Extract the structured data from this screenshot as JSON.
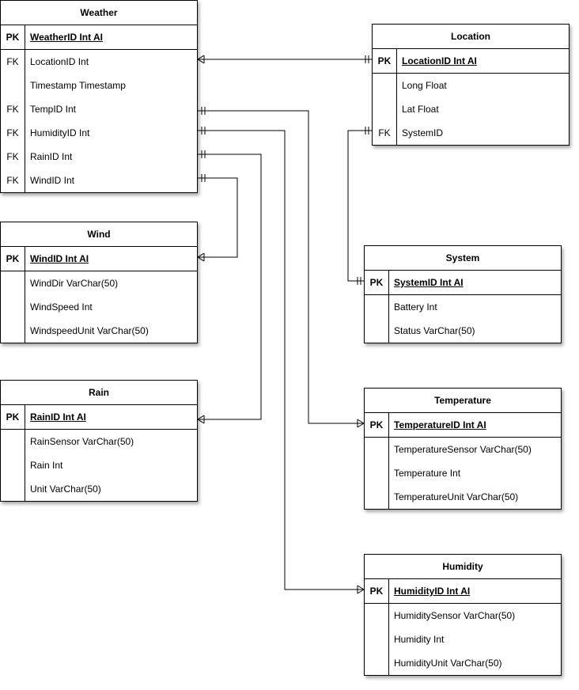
{
  "entities": {
    "weather": {
      "title": "Weather",
      "pk": {
        "key": "PK",
        "field": "WeatherID Int AI"
      },
      "rows": [
        {
          "key": "FK",
          "field": "LocationID Int"
        },
        {
          "key": "",
          "field": "Timestamp Timestamp"
        },
        {
          "key": "FK",
          "field": "TempID Int"
        },
        {
          "key": "FK",
          "field": "HumidityID Int"
        },
        {
          "key": "FK",
          "field": "RainID Int"
        },
        {
          "key": "FK",
          "field": "WindID Int"
        }
      ]
    },
    "location": {
      "title": "Location",
      "pk": {
        "key": "PK",
        "field": "LocationID Int AI"
      },
      "rows": [
        {
          "key": "",
          "field": "Long Float"
        },
        {
          "key": "",
          "field": "Lat Float"
        },
        {
          "key": "FK",
          "field": "SystemID"
        }
      ]
    },
    "wind": {
      "title": "Wind",
      "pk": {
        "key": "PK",
        "field": "WindID Int AI"
      },
      "rows": [
        {
          "key": "",
          "field": "WindDir VarChar(50)"
        },
        {
          "key": "",
          "field": "WindSpeed Int"
        },
        {
          "key": "",
          "field": "WindspeedUnit VarChar(50)"
        }
      ]
    },
    "system": {
      "title": "System",
      "pk": {
        "key": "PK",
        "field": "SystemID Int AI"
      },
      "rows": [
        {
          "key": "",
          "field": "Battery Int"
        },
        {
          "key": "",
          "field": "Status VarChar(50)"
        }
      ]
    },
    "rain": {
      "title": "Rain",
      "pk": {
        "key": "PK",
        "field": "RainID Int AI"
      },
      "rows": [
        {
          "key": "",
          "field": "RainSensor VarChar(50)"
        },
        {
          "key": "",
          "field": "Rain Int"
        },
        {
          "key": "",
          "field": "Unit VarChar(50)"
        }
      ]
    },
    "temperature": {
      "title": "Temperature",
      "pk": {
        "key": "PK",
        "field": "TemperatureID Int AI"
      },
      "rows": [
        {
          "key": "",
          "field": "TemperatureSensor VarChar(50)"
        },
        {
          "key": "",
          "field": "Temperature Int"
        },
        {
          "key": "",
          "field": "TemperatureUnit VarChar(50)"
        }
      ]
    },
    "humidity": {
      "title": "Humidity",
      "pk": {
        "key": "PK",
        "field": "HumidityID Int AI"
      },
      "rows": [
        {
          "key": "",
          "field": "HumiditySensor VarChar(50)"
        },
        {
          "key": "",
          "field": "Humidity Int"
        },
        {
          "key": "",
          "field": "HumidityUnit VarChar(50)"
        }
      ]
    }
  },
  "relationships": [
    {
      "from": "weather.LocationID",
      "to": "location.LocationID",
      "from_end": "many",
      "to_end": "one"
    },
    {
      "from": "weather.TempID",
      "to": "temperature.TemperatureID",
      "from_end": "one",
      "to_end": "many"
    },
    {
      "from": "weather.HumidityID",
      "to": "humidity.HumidityID",
      "from_end": "one",
      "to_end": "many"
    },
    {
      "from": "weather.RainID",
      "to": "rain.RainID",
      "from_end": "one",
      "to_end": "many"
    },
    {
      "from": "weather.WindID",
      "to": "wind.WindID",
      "from_end": "one",
      "to_end": "many"
    },
    {
      "from": "location.SystemID",
      "to": "system.SystemID",
      "from_end": "one",
      "to_end": "one"
    }
  ]
}
